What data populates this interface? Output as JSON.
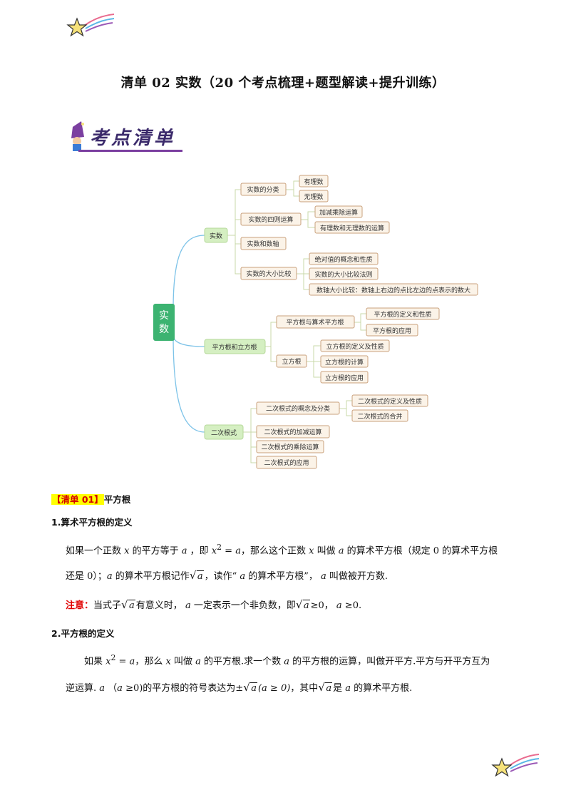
{
  "document": {
    "title": "清单 02  实数（20 个考点梳理+题型解读+提升训练）",
    "badge_text": "考点清单"
  },
  "mindmap": {
    "root": "实数",
    "level1": {
      "real": "实数",
      "roots": "平方根和立方根",
      "radical": "二次根式"
    },
    "level2": {
      "classify": "实数的分类",
      "ops": "实数的四则运算",
      "axis": "实数和数轴",
      "compare": "实数的大小比较",
      "sqrt": "平方根与算术平方根",
      "cbrt": "立方根",
      "rad_concept": "二次根式的概念及分类",
      "rad_add": "二次根式的加减运算",
      "rad_mul": "二次根式的乘除运算",
      "rad_app": "二次根式的应用"
    },
    "level3": {
      "rational": "有理数",
      "irrational": "无理数",
      "addsub": "加减乘除运算",
      "mixed": "有理数和无理数的运算",
      "absval": "绝对值的概念和性质",
      "rule": "实数的大小比较法则",
      "axis_cmp": "数轴大小比较：数轴上右边的点比左边的点表示的数大",
      "sqrt_def": "平方根的定义和性质",
      "sqrt_app": "平方根的应用",
      "cbrt_def": "立方根的定义及性质",
      "cbrt_calc": "立方根的计算",
      "cbrt_app": "立方根的应用",
      "rad_def": "二次根式的定义及性质",
      "rad_merge": "二次根式的合并"
    }
  },
  "section1": {
    "label": "【清单 01】",
    "title": "平方根",
    "sub1": {
      "heading": "1.算术平方根的定义",
      "p1_a": "如果一个正数",
      "p1_b": "的平方等于",
      "p1_c": "，即",
      "p1_d": "，那么这个正数",
      "p1_e": "叫做",
      "p1_f": "的算术平方根（规定 0 的算术平方根",
      "p2_a": "还是 0）；",
      "p2_b": "的算术平方根记作",
      "p2_c": "，读作“",
      "p2_d": "的算术平方根”，",
      "p2_e": "叫做被开方数.",
      "note_label": "注意：",
      "note_a": "当式子",
      "note_b": "有意义时，",
      "note_c": "一定表示一个非负数，即",
      "note_d": "≥0，",
      "note_e": "≥0."
    },
    "sub2": {
      "heading": "2.平方根的定义",
      "p1_a": "如果",
      "p1_b": "，那么",
      "p1_c": "叫做",
      "p1_d": "的平方根.求一个数",
      "p1_e": "的平方根的运算，叫做开平方.平方与开平方互为",
      "p2_a": "逆运算.",
      "p2_b": "（",
      "p2_c": "≥0)的平方根的符号表达为±",
      "p2_d": "(a ≥ 0)",
      "p2_e": "，其中",
      "p2_f": "是",
      "p2_g": "的算术平方根."
    }
  },
  "colors": {
    "root_fill": "#3cb371",
    "level1_fill": "#d5efc2",
    "branch_line": "#7dc3e8",
    "box_fill": "#fbf3e8",
    "box_stroke": "#c9a17c",
    "highlight": "#ffff00",
    "note_red": "#e00000"
  },
  "icons": [
    "star-icon",
    "wizard-icon"
  ]
}
